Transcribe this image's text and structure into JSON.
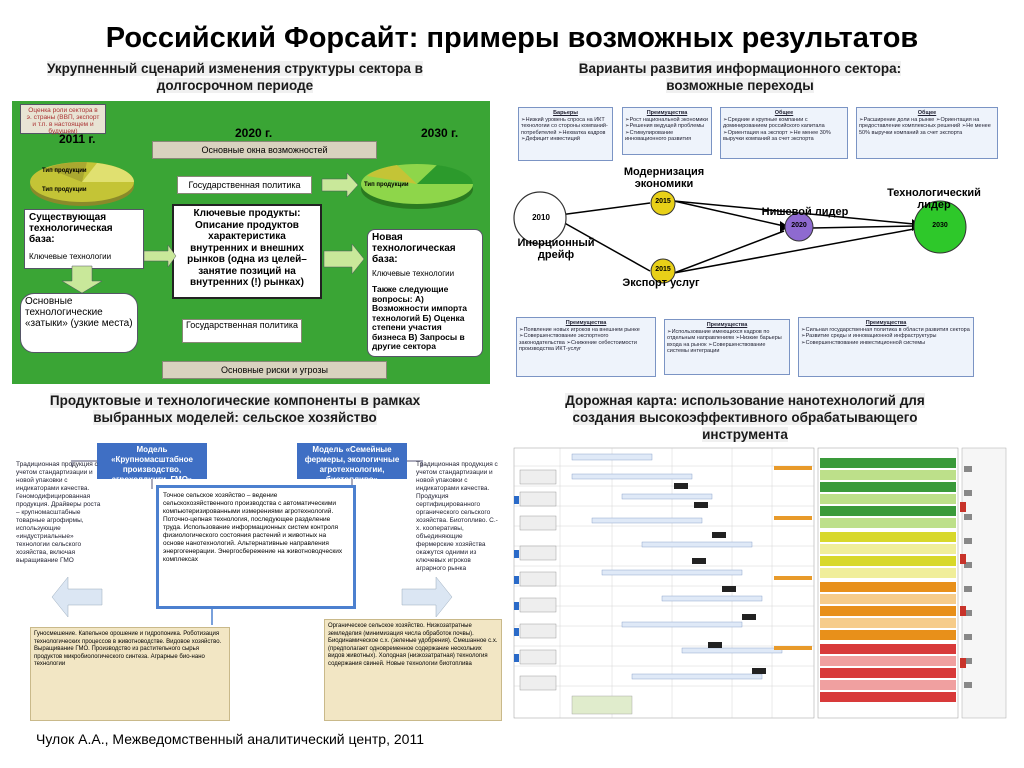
{
  "title": "Российский Форсайт: примеры возможных результатов",
  "footer": "Чулок А.А., Межведомственный аналитический центр, 2011",
  "panels": {
    "scenario": {
      "heading_line1": "Укрупненный сценарий изменения структуры сектора в",
      "heading_line2": "долгосрочном периоде",
      "role_box": "Оценка роли сектора в э. страны (ВВП, экспорт и т.п. в настоящем и будущем)",
      "year_2011": "2011 г.",
      "year_2020": "2020 г.",
      "year_2030": "2030 г.",
      "band_opportunities": "Основные окна возможностей",
      "band_policy_top": "Государственная политика",
      "band_policy_bottom": "Государственная политика",
      "band_risks": "Основные риски и угрозы",
      "pie_label_1": "Тип продукции",
      "pie_label_2": "Тип продукции",
      "pie_label_3": "Тип продукции",
      "existing_base_title": "Существующая технологическая база:",
      "existing_base_sub": "Ключевые технологии",
      "key_products": "Ключевые продукты: Описание продуктов характеристика внутренних и внешних рынков (одна из целей– занятие позиций на внутренних (!) рынках)",
      "bottlenecks": "Основные технологические «затыки» (узкие места)",
      "new_base_title": "Новая технологическая база:",
      "new_base_sub": "Ключевые технологии",
      "new_base_questions": "Также следующие вопросы: А) Возможности импорта технологий Б) Оценка степени участия бизнеса В) Запросы в другие сектора"
    },
    "it_sector": {
      "heading_line1": "Варианты развития информационного сектора:",
      "heading_line2": "возможные переходы",
      "node_2010": "2010",
      "node_2015a": "2015",
      "node_2015b": "2015",
      "node_2020": "2020",
      "node_2030": "2030",
      "label_modernization": "Модернизация экономики",
      "label_inertial": "Инерционный дрейф",
      "label_niche": "Нишевой лидер",
      "label_tech_leader": "Технологический лидер",
      "label_export": "Экспорт услуг",
      "notes_top": [
        {
          "head": "Барьеры",
          "body": "➢Низкий уровень спроса на ИКТ технологии со стороны компаний-потребителей ➢Нехватка кадров ➢Дефицит инвестиций"
        },
        {
          "head": "Преимущества",
          "body": "➢Рост национальной экономики ➢Решения ведущей проблемы ➢Стимулирование инновационного развития"
        },
        {
          "head": "Общее",
          "body": "➢Средние и крупные компании с доминированием российского капитала ➢Ориентация на экспорт ➢Не менее 30% выручки компаний за счет экспорта"
        },
        {
          "head": "Общее",
          "body": "➢Расширение доли на рынке ➢Ориентация на предоставление комплексных решений ➢Не менее 50% выручки компаний за счет экспорта"
        }
      ],
      "notes_bottom": [
        {
          "head": "Преимущества",
          "body": "➢Появление новых игроков на внешнем рынке ➢Совершенствование экспортного законодательства ➢Снижение себестоимости производства ИКТ-услуг"
        },
        {
          "head": "Преимущества",
          "body": "➢Использование имеющихся кадров по отдельным направлениям ➢Низкие барьеры входа на рынок ➢Совершенствование системы интеграции"
        },
        {
          "head": "Преимущества",
          "body": "➢Сильная государственная политика в области развития сектора ➢Развитие среды и инновационной инфраструктуры ➢Совершенствование инвестиционной системы"
        }
      ]
    },
    "agri": {
      "heading_line1": "Продуктовые и технологические компоненты в рамках",
      "heading_line2": "выбранных моделей:  сельское хозяйство",
      "model_left": "Модель «Крупномасштабное производство, агрохолдинги, ГМО»",
      "model_right": "Модель «Семейные фермеры, экологичные агротехнологии, биотопливо»",
      "left_text": "Традиционная продукция с учетом стандартизации и новой упаковки с индикаторами качества. Геномодифицированная продукция. Драйверы роста – крупномасштабные товарные агрофирмы, использующие «индустриальные» технологии сельского хозяйства, включая выращивание ГМО",
      "right_text": "Традиционная продукция с учетом стандартизации и новой упаковки с индикаторами качества. Продукция сертифицированного органического сельского хозяйства. Биотопливо. С.-х. кооперативы, объединяющие фермерские хозяйства окажутся одними из ключевых игроков аграрного рынка",
      "center_text": "Точное сельское хозяйство – ведение сельскохозяйственного производства с автоматическими компьютеризированными измерениями агротехнологий. Поточно-цепная технология, последующее разделение труда. Использование информационных систем контроля физиологического состояния растений и животных на основе нанотехнологий. Альтернативные направления энергогенерации. Энергосбережение на животноводческих комплексах",
      "bottom_left": "Гуносмешение. Капельное орошение и гидропоника. Роботизация технологических процессов в животноводстве. Видовое хозяйство. Выращивание ГМО. Производство из растительного сырья продуктов микробиологического синтеза. Аграрные био-нано технологии",
      "bottom_right": "Органическое сельское хозяйство. Низкозатратные земледелия (минимизация числа обработок почвы). Биодинамическое с.х. (зеленые удобрения). Смешанное с.х. (предполагает одновременное содержание нескольких видов животных). Холодная (низкозатратная) технология содержания свиней. Новые технологии биотоплива"
    },
    "roadmap": {
      "heading_line1": "Дорожная карта: использование нанотехнологий для",
      "heading_line2": "создания высокоэффективного обрабатывающего",
      "heading_line3": "инструмента"
    }
  }
}
